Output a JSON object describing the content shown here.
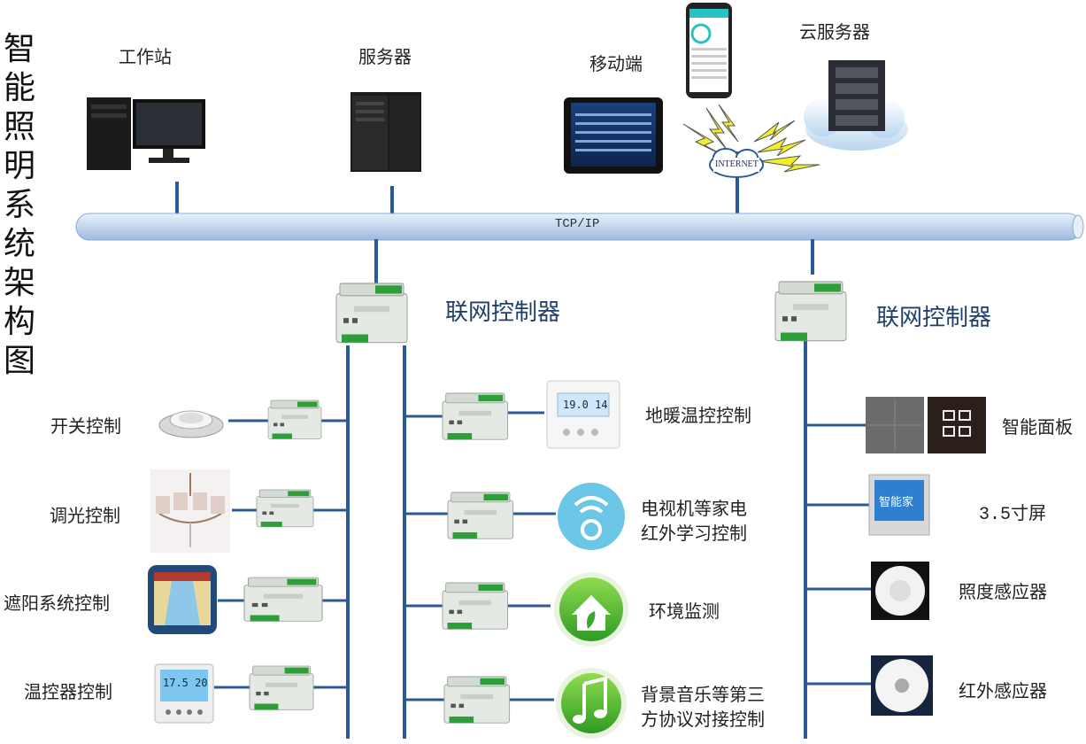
{
  "title_chars": [
    "智",
    "能",
    "照",
    "明",
    "系",
    "统",
    "架",
    "构",
    "图"
  ],
  "top": {
    "workstation": "工作站",
    "server": "服务器",
    "mobile": "移动端",
    "cloud": "云服务器",
    "internet": "INTERNET"
  },
  "bus_label": "TCP/IP",
  "gateway_left": "联网控制器",
  "gateway_right": "联网控制器",
  "left_items": [
    "开关控制",
    "调光控制",
    "遮阳系统控制",
    "温控器控制"
  ],
  "mid_items": {
    "floor_heating": "地暖温控控制",
    "tv_line1": "电视机等家电",
    "tv_line2": "红外学习控制",
    "env": "环境监测",
    "music_line1": "背景音乐等第三",
    "music_line2": "方协议对接控制"
  },
  "right_items": [
    "智能面板",
    "3.5寸屏",
    "照度感应器",
    "红外感应器"
  ],
  "thermostat_left": "17.5 20",
  "thermostat_mid": "19.0  14",
  "screen_text": "智能家",
  "colors": {
    "bus": "#c9daf0",
    "line": "#2b5a96",
    "module": "#e6ebe6",
    "terminal": "#2e9e3a"
  }
}
